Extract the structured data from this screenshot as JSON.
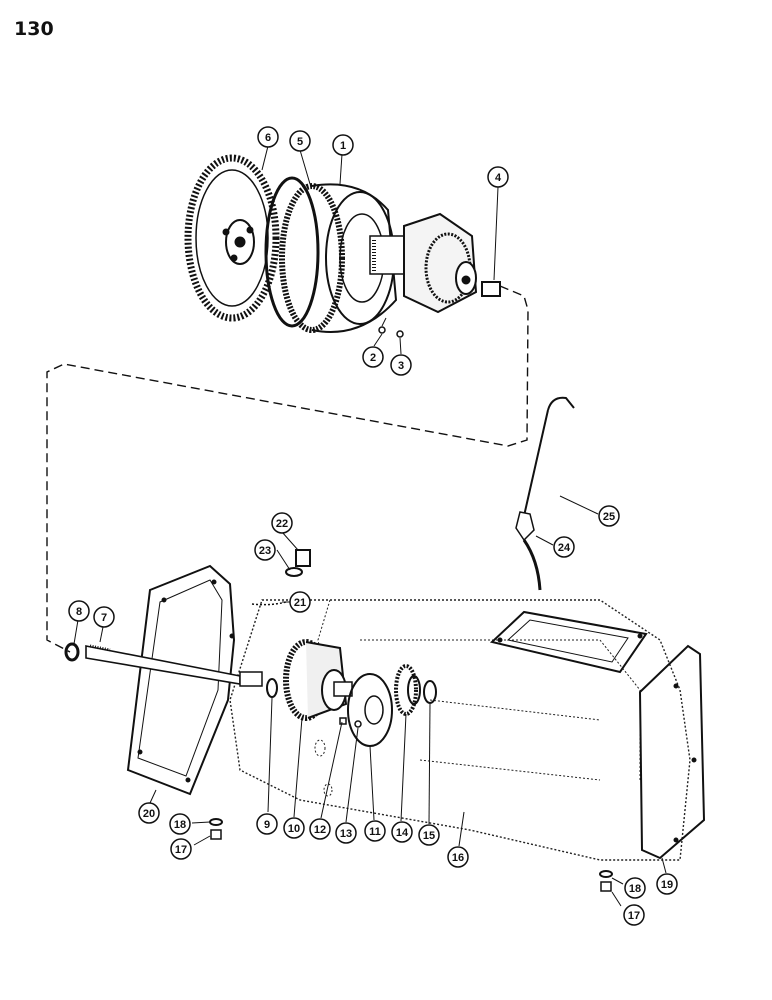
{
  "page_number": "130",
  "callouts": [
    {
      "id": "c1",
      "label": "1"
    },
    {
      "id": "c2",
      "label": "2"
    },
    {
      "id": "c3",
      "label": "3"
    },
    {
      "id": "c4",
      "label": "4"
    },
    {
      "id": "c5",
      "label": "5"
    },
    {
      "id": "c6",
      "label": "6"
    },
    {
      "id": "c7",
      "label": "7"
    },
    {
      "id": "c8",
      "label": "8"
    },
    {
      "id": "c9",
      "label": "9"
    },
    {
      "id": "c10",
      "label": "10"
    },
    {
      "id": "c11",
      "label": "11"
    },
    {
      "id": "c12",
      "label": "12"
    },
    {
      "id": "c13",
      "label": "13"
    },
    {
      "id": "c14",
      "label": "14"
    },
    {
      "id": "c15",
      "label": "15"
    },
    {
      "id": "c16",
      "label": "16"
    },
    {
      "id": "c17a",
      "label": "17"
    },
    {
      "id": "c17b",
      "label": "17"
    },
    {
      "id": "c18a",
      "label": "18"
    },
    {
      "id": "c18b",
      "label": "18"
    },
    {
      "id": "c19",
      "label": "19"
    },
    {
      "id": "c20",
      "label": "20"
    },
    {
      "id": "c21",
      "label": "21"
    },
    {
      "id": "c22",
      "label": "22"
    },
    {
      "id": "c23",
      "label": "23"
    },
    {
      "id": "c24",
      "label": "24"
    },
    {
      "id": "c25",
      "label": "25"
    }
  ]
}
